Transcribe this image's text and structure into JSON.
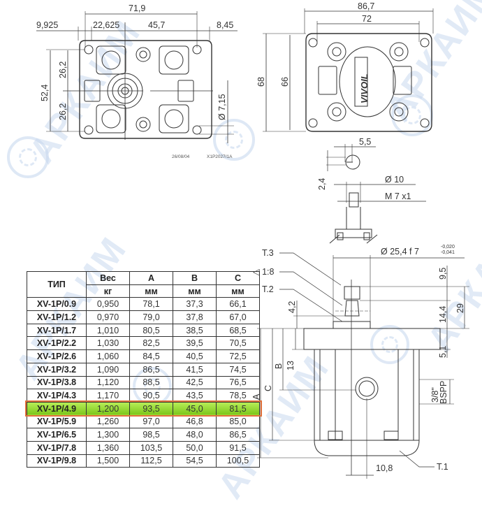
{
  "watermark": {
    "text": "АРКАИМ",
    "color": "#c9d9ef"
  },
  "front_view": {
    "dims": {
      "overall_width": "71,9",
      "left_offset": "9,925",
      "center_offset": "22,625",
      "hole_spacing": "45,7",
      "right_offset": "8,45",
      "height_total": "52,4",
      "height_upper": "26,2",
      "height_lower": "26,2",
      "hole_diameter": "Ø 7,15"
    },
    "footnote_date": "26/08/04",
    "footnote_code": "X1P2027/1A"
  },
  "side_view": {
    "dims": {
      "overall_width": "86,7",
      "inner_width": "72",
      "height_outer": "68",
      "height_inner": "66"
    },
    "brand": "VIVOIL"
  },
  "shaft_detail": {
    "key_width": "5,5",
    "key_depth": "2,4",
    "diameter": "Ø 10",
    "thread": "M 7 x1"
  },
  "section_view": {
    "pilot_diameter": "Ø 25,4 f 7",
    "tolerance_upper": "-0,020",
    "tolerance_lower": "-0,041",
    "labels": {
      "t3": "T.3",
      "taper": "◁ 1:8",
      "t2": "T.2",
      "t1": "T.1"
    },
    "dims": {
      "d_4_2": "4,2",
      "d_9_5": "9,5",
      "d_14_4": "14,4",
      "d_29": "29",
      "d_5_1": "5,1",
      "d_13": "13",
      "d_10_8": "10,8",
      "a": "A",
      "b": "B",
      "c": "C",
      "port_size": "3/8\"",
      "port_type": "BSPP"
    }
  },
  "spec_table": {
    "headers": {
      "type": "ТИП",
      "weight": "Вес",
      "a": "A",
      "b": "B",
      "c": "C"
    },
    "units": {
      "weight": "кг",
      "a": "мм",
      "b": "мм",
      "c": "мм"
    },
    "highlight_color": "#8fd62a",
    "highlight_border": "#e0703a",
    "highlighted_row": 8,
    "rows": [
      {
        "type": "XV-1P/0.9",
        "weight": "0,950",
        "a": "78,1",
        "b": "37,3",
        "c": "66,1"
      },
      {
        "type": "XV-1P/1.2",
        "weight": "0,970",
        "a": "79,0",
        "b": "37,8",
        "c": "67,0"
      },
      {
        "type": "XV-1P/1.7",
        "weight": "1,010",
        "a": "80,5",
        "b": "38,5",
        "c": "68,5"
      },
      {
        "type": "XV-1P/2.2",
        "weight": "1,030",
        "a": "82,5",
        "b": "39,5",
        "c": "70,5"
      },
      {
        "type": "XV-1P/2.6",
        "weight": "1,060",
        "a": "84,5",
        "b": "40,5",
        "c": "72,5"
      },
      {
        "type": "XV-1P/3.2",
        "weight": "1,090",
        "a": "86,5",
        "b": "41,5",
        "c": "74,5"
      },
      {
        "type": "XV-1P/3.8",
        "weight": "1,120",
        "a": "88,5",
        "b": "42,5",
        "c": "76,5"
      },
      {
        "type": "XV-1P/4.3",
        "weight": "1,170",
        "a": "90,5",
        "b": "43,5",
        "c": "78,5"
      },
      {
        "type": "XV-1P/4.9",
        "weight": "1,200",
        "a": "93,5",
        "b": "45,0",
        "c": "81,5"
      },
      {
        "type": "XV-1P/5.9",
        "weight": "1,260",
        "a": "97,0",
        "b": "46,8",
        "c": "85,0"
      },
      {
        "type": "XV-1P/6.5",
        "weight": "1,300",
        "a": "98,5",
        "b": "48,0",
        "c": "86,5"
      },
      {
        "type": "XV-1P/7.8",
        "weight": "1,360",
        "a": "103,5",
        "b": "50,0",
        "c": "91,5"
      },
      {
        "type": "XV-1P/9.8",
        "weight": "1,500",
        "a": "112,5",
        "b": "54,5",
        "c": "100,5"
      }
    ]
  }
}
